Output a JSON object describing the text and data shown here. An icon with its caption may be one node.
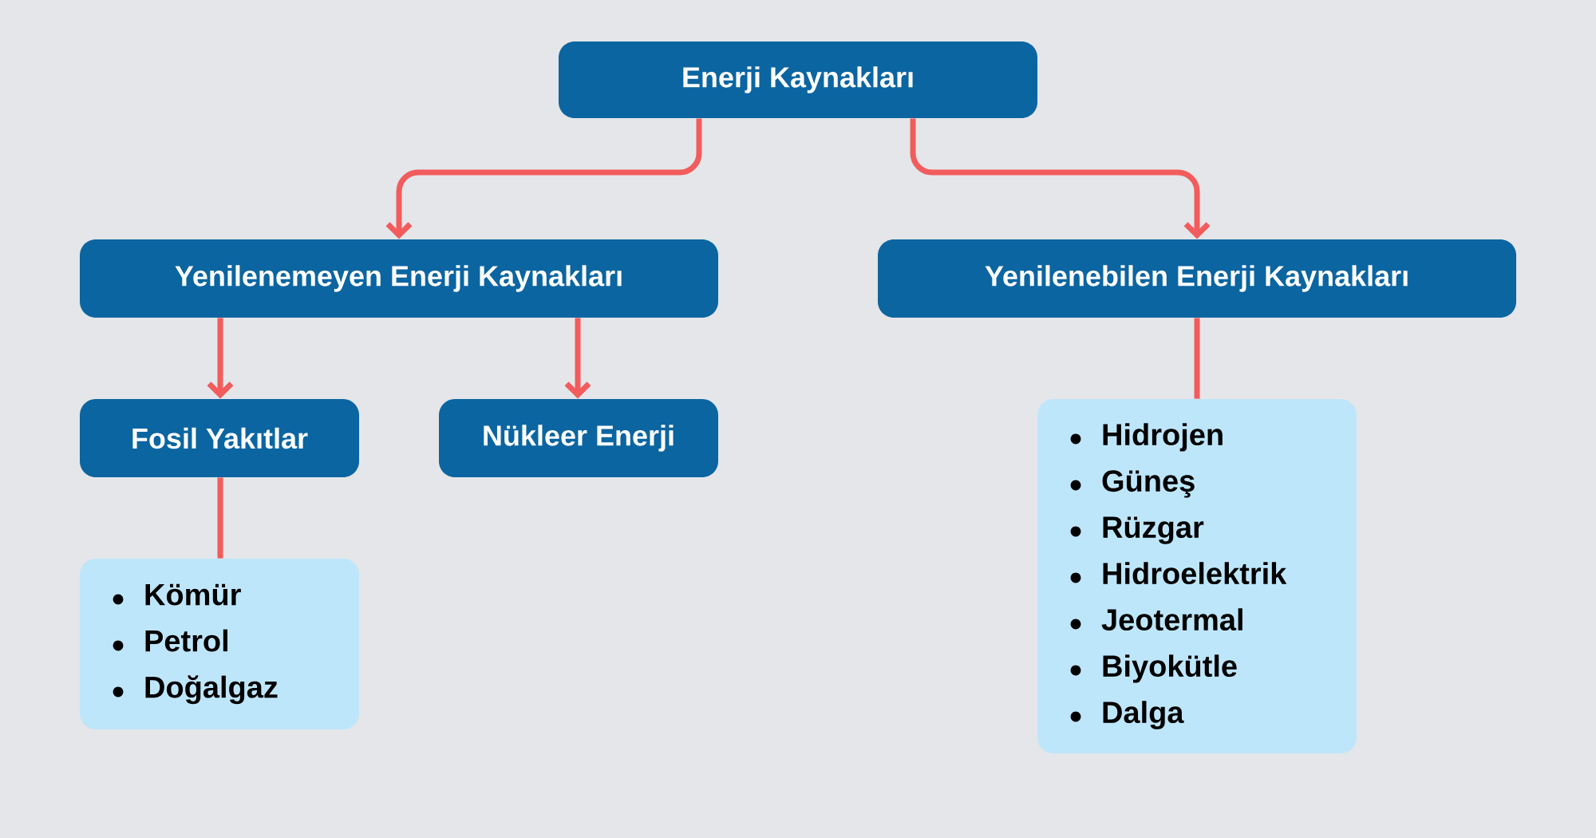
{
  "diagram": {
    "nodes": [
      {
        "text": [
          "Enerji Kaynakları"
        ]
      },
      {
        "text": [
          "Yenilenemeyen Enerji Kaynakları"
        ]
      },
      {
        "text": [
          "Yenilenebilen Enerji Kaynakları"
        ]
      },
      {
        "text": [
          "Fosil Yakıtlar"
        ]
      },
      {
        "text": [
          "Nükleer Enerji"
        ]
      },
      {
        "text": [
          "Kömür",
          "Petrol",
          "Doğalgaz"
        ]
      },
      {
        "text": [
          "Hidrojen",
          "Güneş",
          "Rüzgar",
          "Hidroelektrik",
          "Jeotermal",
          "Biyokütle",
          "Dalga"
        ]
      }
    ],
    "edges": [
      {
        "from": 0,
        "to": 1,
        "arrow": "to"
      },
      {
        "from": 0,
        "to": 2,
        "arrow": "to"
      },
      {
        "from": 1,
        "to": 3,
        "arrow": "to"
      },
      {
        "from": 1,
        "to": 4,
        "arrow": "to"
      },
      {
        "from": 3,
        "to": 5,
        "arrow": "none"
      },
      {
        "from": 2,
        "to": 6,
        "arrow": "none"
      }
    ]
  }
}
